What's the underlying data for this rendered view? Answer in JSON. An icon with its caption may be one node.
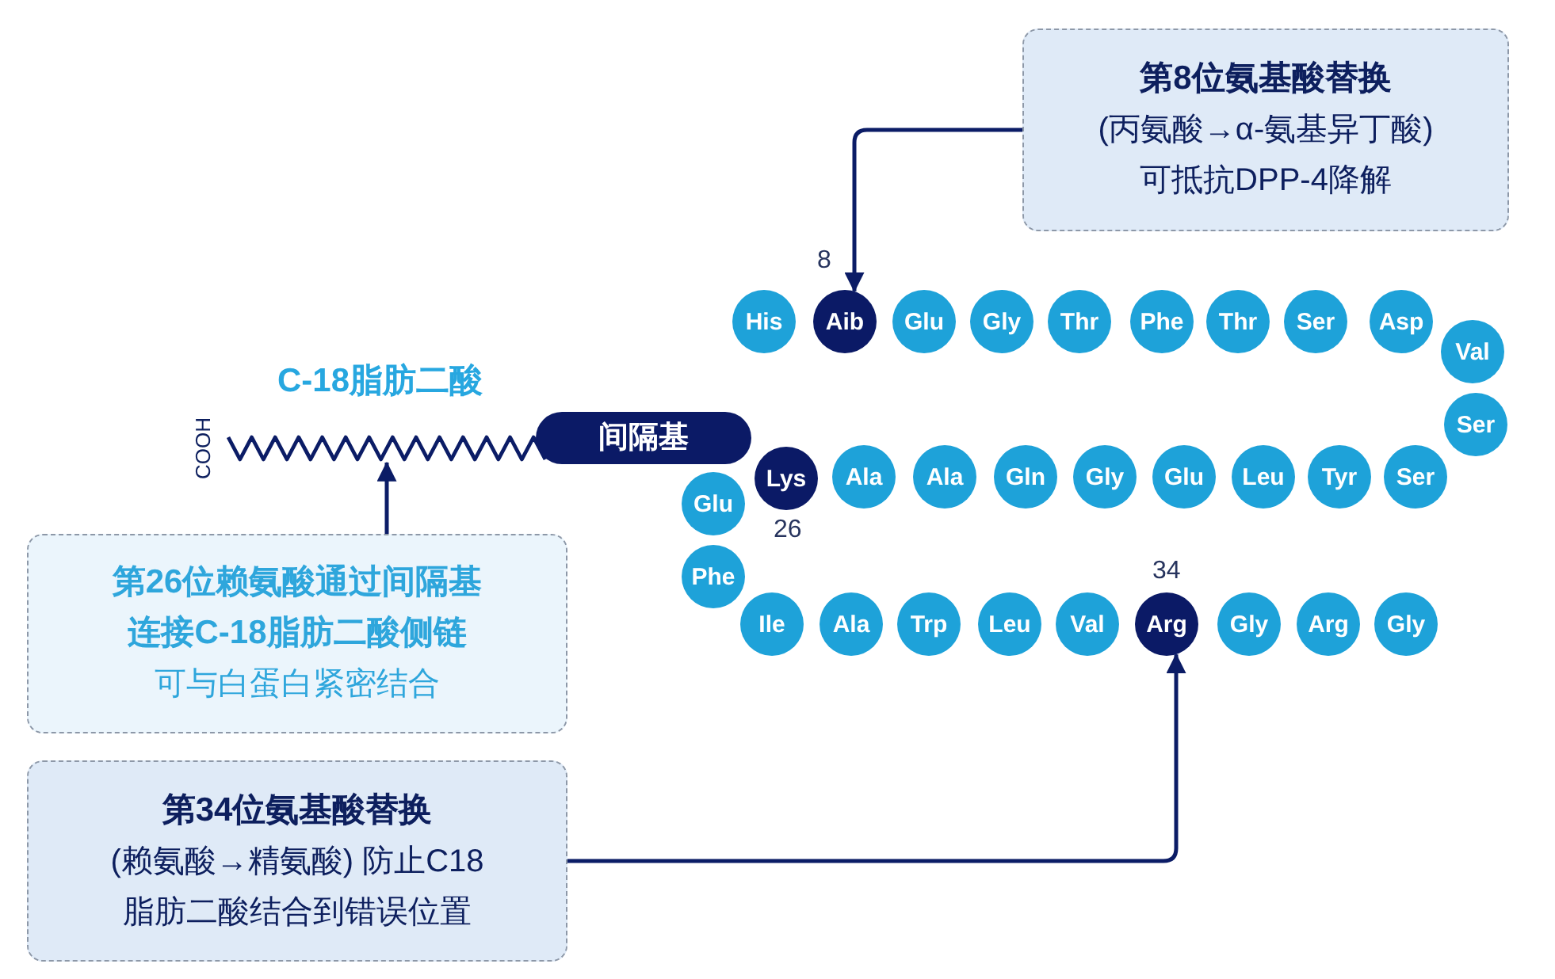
{
  "diagram": {
    "nodes": [
      {
        "text": [
          "第8位氨基酸替换",
          "(丙氨酸→α-氨基异丁酸)",
          "可抵抗DPP-4降解"
        ]
      },
      {
        "text": [
          "His"
        ]
      },
      {
        "text": [
          "Aib"
        ],
        "beside": [
          "8"
        ]
      },
      {
        "text": [
          "Glu"
        ]
      },
      {
        "text": [
          "Gly"
        ]
      },
      {
        "text": [
          "Thr"
        ]
      },
      {
        "text": [
          "Phe"
        ]
      },
      {
        "text": [
          "Thr"
        ]
      },
      {
        "text": [
          "Ser"
        ]
      },
      {
        "text": [
          "Asp"
        ]
      },
      {
        "text": [
          "Val"
        ]
      },
      {
        "text": [
          "Ser"
        ]
      },
      {
        "text": [
          "Ser"
        ]
      },
      {
        "text": [
          "Tyr"
        ]
      },
      {
        "text": [
          "Leu"
        ]
      },
      {
        "text": [
          "Glu"
        ]
      },
      {
        "text": [
          "Gly"
        ]
      },
      {
        "text": [
          "Gln"
        ]
      },
      {
        "text": [
          "Ala"
        ]
      },
      {
        "text": [
          "Ala"
        ]
      },
      {
        "text": [
          "Lys"
        ],
        "beside": [
          "26"
        ]
      },
      {
        "text": [
          "Glu"
        ]
      },
      {
        "text": [
          "Phe"
        ]
      },
      {
        "text": [
          "Ile"
        ]
      },
      {
        "text": [
          "Ala"
        ]
      },
      {
        "text": [
          "Trp"
        ]
      },
      {
        "text": [
          "Leu"
        ]
      },
      {
        "text": [
          "Val"
        ]
      },
      {
        "text": [
          "Arg"
        ],
        "beside": [
          "34"
        ]
      },
      {
        "text": [
          "Gly"
        ]
      },
      {
        "text": [
          "Arg"
        ]
      },
      {
        "text": [
          "Gly"
        ]
      },
      {
        "text": [],
        "shape": "picture",
        "beside": [
          "C-18脂肪二酸",
          "COOH"
        ]
      },
      {
        "text": [
          "间隔基"
        ]
      },
      {
        "text": [
          "第26位赖氨酸通过间隔基连接C-18脂肪二酸侧链",
          "可与白蛋白紧密结合"
        ]
      },
      {
        "text": [
          "第34位氨基酸替换",
          "(赖氨酸→精氨酸) 防止C18脂肪二酸结合到错误位置"
        ]
      }
    ],
    "edges": [
      {
        "from": 0,
        "to": 2,
        "arrow": "to"
      },
      {
        "from": 34,
        "to": 32,
        "arrow": "to"
      },
      {
        "from": 35,
        "to": 28,
        "arrow": "to"
      }
    ]
  }
}
